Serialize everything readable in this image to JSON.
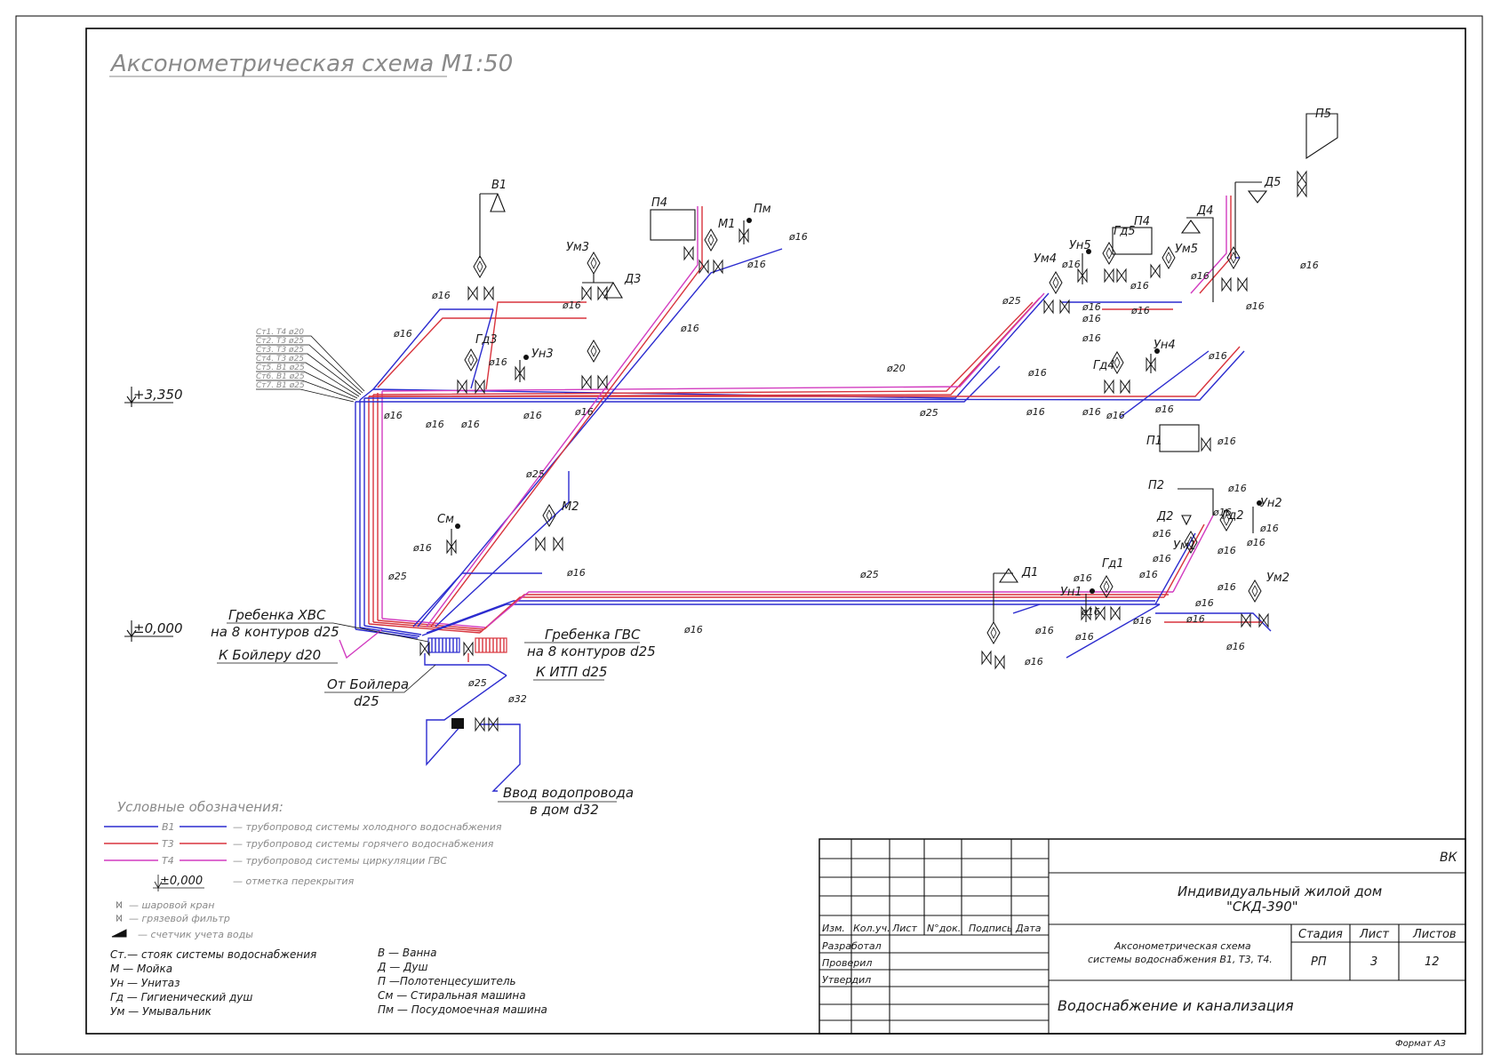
{
  "title": "Аксонометрическая схема М1:50",
  "levels": {
    "upper": "+3,350",
    "lower": "±0,000"
  },
  "risers": [
    "Ст1. Т4 ø20",
    "Ст2. Т3 ø25",
    "Ст3. Т3 ø25",
    "Ст4. Т3 ø25",
    "Ст5. В1 ø25",
    "Ст6. В1 ø25",
    "Ст7. В1 ø25"
  ],
  "labels": {
    "grebenka_hvs_1": "Гребенка ХВС",
    "grebenka_hvs_2": "на 8 контуров d25",
    "k_boileru": "К Бойлеру d20",
    "ot_boilera_1": "От Бойлера",
    "ot_boilera_2": "d25",
    "grebenka_gvs_1": "Гребенка ГВС",
    "grebenka_gvs_2": "на 8 контуров d25",
    "k_itp": "К ИТП d25",
    "vvod_1": "Ввод водопровода",
    "vvod_2": "в дом d32"
  },
  "fixtures": [
    "В1",
    "Ум3",
    "Д3",
    "П4",
    "М1",
    "Пм",
    "Гд3",
    "Ун3",
    "См",
    "М2",
    "П5",
    "Д5",
    "Д4",
    "П4",
    "Гд5",
    "Ун5",
    "Ум5",
    "Ум4",
    "Ун4",
    "Гд4",
    "П1",
    "П2",
    "Д2",
    "Ун2",
    "Гд2",
    "Ум1",
    "Д1",
    "Гд1",
    "Ун1",
    "Ум2"
  ],
  "diam": {
    "d16": "ø16",
    "d20": "ø20",
    "d25": "ø25",
    "d32": "ø32"
  },
  "legend": {
    "title": "Условные обозначения:",
    "lines": [
      {
        "code": "В1",
        "text": "— трубопровод системы холодного водоснабжения",
        "color": "#2c2ccf"
      },
      {
        "code": "Т3",
        "text": "— трубопровод системы горячего водоснабжения",
        "color": "#d8343d"
      },
      {
        "code": "Т4",
        "text": "— трубопровод системы циркуляции ГВС",
        "color": "#d23cc0"
      }
    ],
    "mark_level": "±0,000",
    "mark_text": "— отметка перекрытия",
    "symbols": [
      "— шаровой кран",
      "— грязевой фильтр",
      "— счетчик учета воды"
    ],
    "abbr_left": [
      "Ст.— стояк системы водоснабжения",
      "М — Мойка",
      "Ун — Унитаз",
      "Гд — Гигиенический душ",
      "Ум — Умывальник"
    ],
    "abbr_right": [
      "В — Ванна",
      "Д — Душ",
      "П —Полотенцесушитель",
      "См — Стиральная машина",
      "Пм — Посудомоечная машина"
    ]
  },
  "stamp": {
    "code": "ВК",
    "project_1": "Индивидуальный жилой дом",
    "project_2": "\"СКД-390\"",
    "cols": [
      "Изм.",
      "Кол.уч.",
      "Лист",
      "N°док.",
      "Подпись",
      "Дата"
    ],
    "roles": [
      "Разработал",
      "Проверил",
      "Утвердил"
    ],
    "sheet_title_1": "Аксонометрическая схема",
    "sheet_title_2": "системы водоснабжения В1, Т3, Т4.",
    "stage_h": "Стадия",
    "sheet_h": "Лист",
    "sheets_h": "Листов",
    "stage": "РП",
    "sheet": "3",
    "sheets": "12",
    "section": "Водоснабжение и канализация",
    "format": "Формат А3"
  }
}
